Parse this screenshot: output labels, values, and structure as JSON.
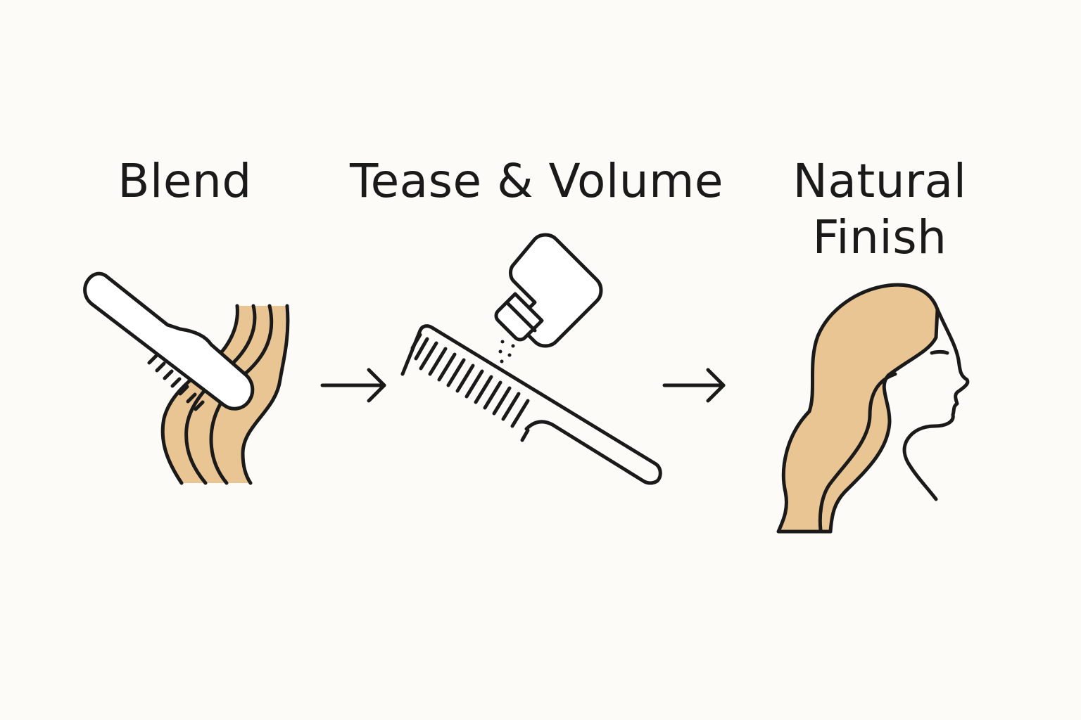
{
  "steps": [
    {
      "title": "Blend",
      "icon": "brush-through-hair-icon"
    },
    {
      "title": "Tease & Volume",
      "icon": "comb-and-spray-bottle-icon"
    },
    {
      "title_line1": "Natural",
      "title_line2": "Finish",
      "icon": "woman-profile-with-long-hair-icon"
    }
  ],
  "connectors": [
    "right-arrow-icon",
    "right-arrow-icon"
  ],
  "colors": {
    "background": "#fcfbf8",
    "hair": "#e9c594",
    "ink": "#1a1a1a"
  }
}
